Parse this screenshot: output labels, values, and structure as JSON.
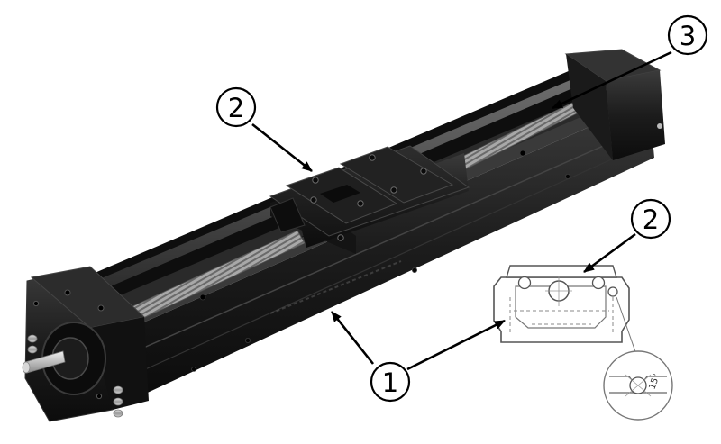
{
  "callouts": [
    {
      "id": "label-1",
      "text": "1"
    },
    {
      "id": "label-2-top",
      "text": "2"
    },
    {
      "id": "label-2-inset",
      "text": "2"
    },
    {
      "id": "label-3",
      "text": "3"
    }
  ],
  "inset_detail": {
    "angle_text": "15°"
  },
  "colors": {
    "body": "#1a1a1a",
    "body_highlight": "#3a3a3a",
    "screw": "#b8b8b8",
    "outline": "#555555",
    "arrow": "#000000"
  }
}
